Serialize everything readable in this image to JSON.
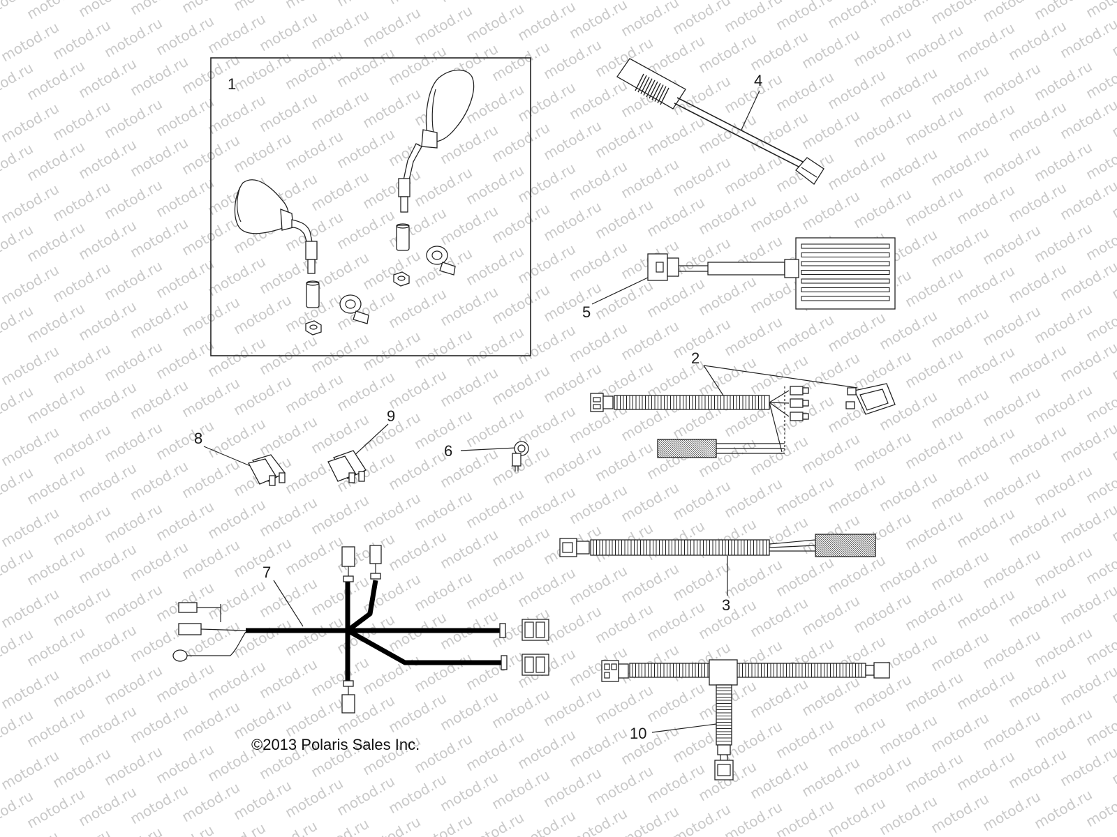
{
  "watermark": "motod.ru",
  "copyright": "©2013 Polaris Sales Inc.",
  "callouts": {
    "n1": "1",
    "n2": "2",
    "n3": "3",
    "n4": "4",
    "n5": "5",
    "n6": "6",
    "n7": "7",
    "n8": "8",
    "n9": "9",
    "n10": "10"
  },
  "colors": {
    "line": "#222222",
    "watermark": "#c9c9c9",
    "background": "#ffffff"
  }
}
